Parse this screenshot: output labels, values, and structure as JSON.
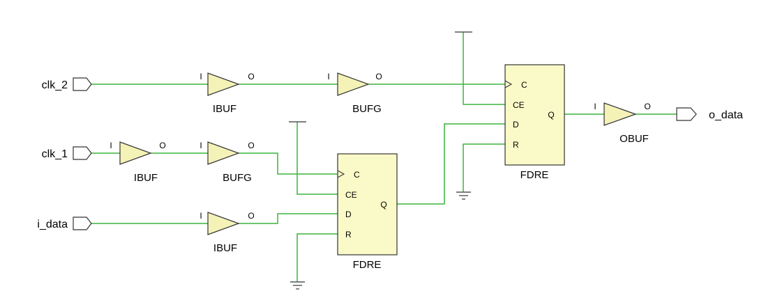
{
  "ports": {
    "clk_2": "clk_2",
    "clk_1": "clk_1",
    "i_data": "i_data",
    "o_data": "o_data"
  },
  "cells": {
    "ibuf_clk2": "IBUF",
    "bufg_clk2": "BUFG",
    "ibuf_clk1": "IBUF",
    "bufg_clk1": "BUFG",
    "ibuf_data": "IBUF",
    "obuf": "OBUF",
    "fdre_1": "FDRE",
    "fdre_2": "FDRE"
  },
  "pins": {
    "in": "I",
    "out": "O",
    "clock": "C",
    "clock_enable": "CE",
    "data": "D",
    "reset": "R",
    "q": "Q"
  },
  "colors": {
    "wire": "#3cb43c",
    "gate_fill": "#f5f2b8",
    "ff_fill": "#fafac8"
  }
}
